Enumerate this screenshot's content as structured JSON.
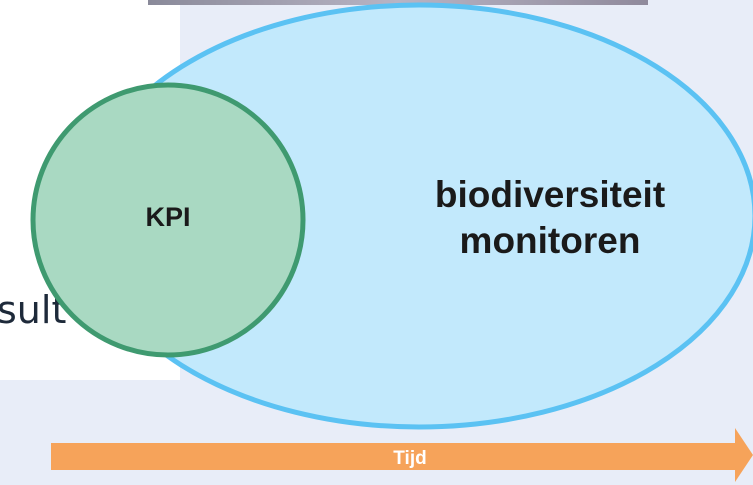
{
  "diagram": {
    "outer_label_line1": "biodiversiteit",
    "outer_label_line2": "monitoren",
    "inner_label": "KPI",
    "arrow_label": "Tijd",
    "background_fragment": "sult"
  },
  "colors": {
    "ellipse_fill": "#c2e9fc",
    "ellipse_stroke": "#5bc2f3",
    "circle_fill": "#a9d9c2",
    "circle_stroke": "#3f9a70",
    "arrow": "#f6a35a",
    "background": "#e8edf8"
  }
}
